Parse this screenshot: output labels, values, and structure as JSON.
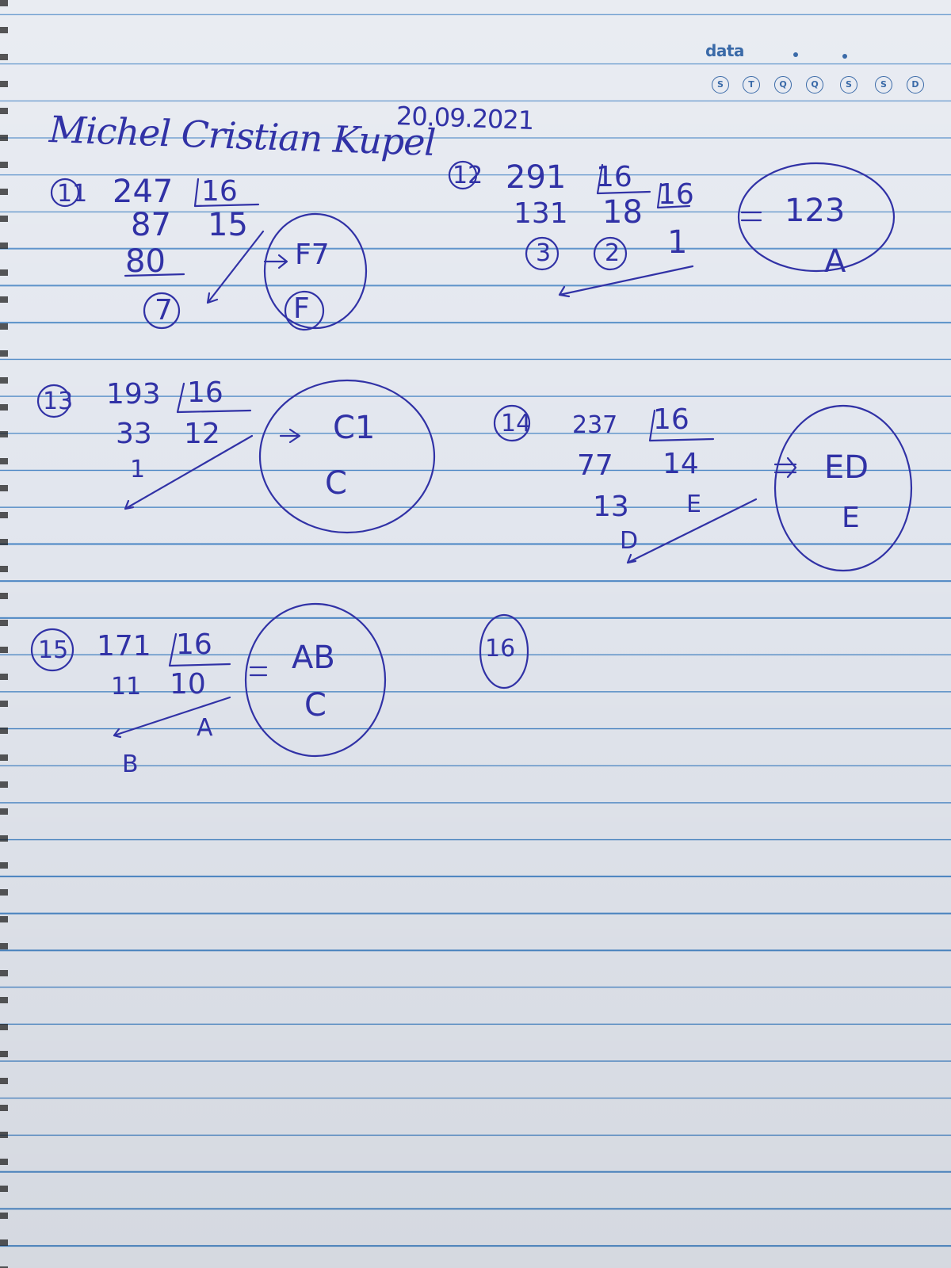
{
  "notebook": {
    "header_label": "data",
    "day_letters": [
      "S",
      "T",
      "Q",
      "Q",
      "S",
      "S",
      "D"
    ]
  },
  "handwriting": {
    "name": "Michel Cristian Kupel",
    "date": "20.09.2021",
    "problems": [
      {
        "number": "11",
        "dividend": "247",
        "divisor": "16",
        "quotient": "15",
        "step_lines": [
          "87",
          "80",
          "7"
        ],
        "hex_result": "F7",
        "letter": "F"
      },
      {
        "number": "12",
        "dividend": "291",
        "divisor": "16",
        "quotient": "18",
        "divisor2": "16",
        "quotient2": "1",
        "step_lines": [
          "131",
          "3",
          "2"
        ],
        "hex_result": "123",
        "letter": "A"
      },
      {
        "number": "13",
        "dividend": "193",
        "divisor": "16",
        "quotient": "12",
        "step_lines": [
          "33",
          "1"
        ],
        "hex_result": "C1",
        "letter": "C"
      },
      {
        "number": "14",
        "dividend": "237",
        "divisor": "16",
        "quotient": "14",
        "step_lines": [
          "77",
          "13"
        ],
        "quotient_letter": "E",
        "remainder_letter": "D",
        "hex_result": "ED",
        "letter": "E"
      },
      {
        "number": "15",
        "dividend": "171",
        "divisor": "16",
        "quotient": "10",
        "step_lines": [
          "11"
        ],
        "quotient_letter": "A",
        "remainder_letter": "B",
        "hex_result": "AB",
        "letter": "C"
      },
      {
        "number": "16"
      }
    ]
  },
  "colors": {
    "ink": "#3132a6",
    "rule": "#4a86c4",
    "paper": "#e2e6ee"
  }
}
